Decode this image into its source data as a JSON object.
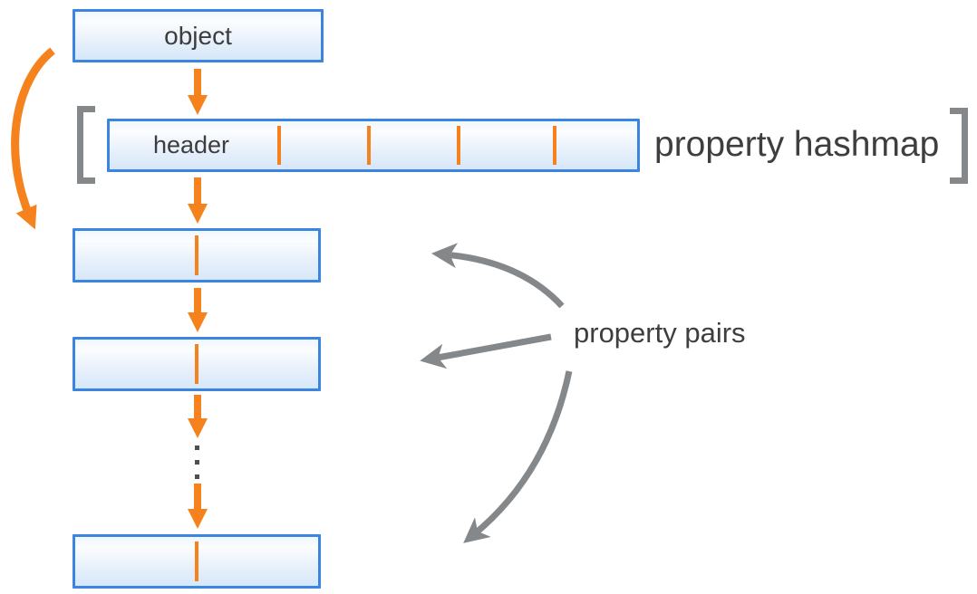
{
  "diagram": {
    "object_box": {
      "label": "object"
    },
    "hashmap": {
      "header_label": "header",
      "annotation": "property hashmap",
      "slot_divider_count": 4
    },
    "property_pairs": {
      "annotation": "property pairs",
      "visible_pair_boxes": 3,
      "each_box_divider_count": 1,
      "ellipsis_between_boxes": "..."
    },
    "colors": {
      "accent_orange": "#f5821d",
      "box_border_blue": "#3b84e0",
      "box_fill_top": "#fbfdff",
      "box_fill_bottom": "#d6e7fa",
      "annotation_gray": "#85888b",
      "text_dark": "#3e3e3e"
    }
  }
}
